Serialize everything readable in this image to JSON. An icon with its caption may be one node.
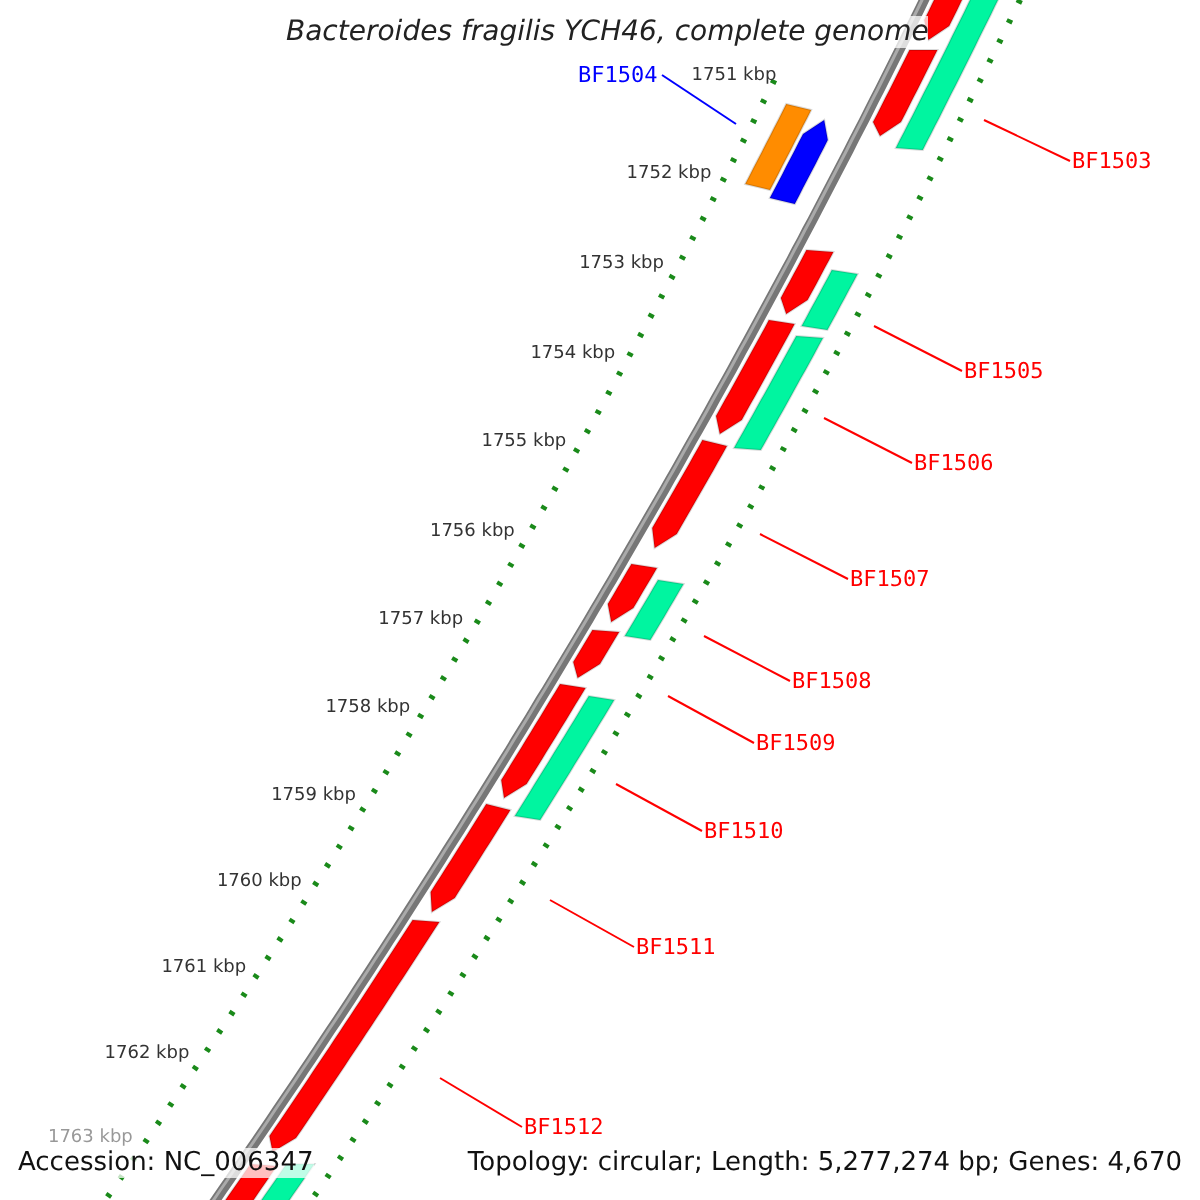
{
  "diagram": {
    "title": "Bacteroides fragilis YCH46, complete genome",
    "nodes": [
      {
        "text": [
          "BF1504"
        ]
      },
      {
        "text": [
          "BF1503"
        ]
      },
      {
        "text": [
          "BF1505"
        ]
      },
      {
        "text": [
          "BF1506"
        ]
      },
      {
        "text": [
          "BF1507"
        ]
      },
      {
        "text": [
          "BF1508"
        ]
      },
      {
        "text": [
          "BF1509"
        ]
      },
      {
        "text": [
          "BF1510"
        ]
      },
      {
        "text": [
          "BF1511"
        ]
      },
      {
        "text": [
          "BF1512"
        ]
      }
    ],
    "edges": [
      {
        "from": 0,
        "to": null,
        "arrow": "none",
        "color": "#0000ff"
      },
      {
        "from": 1,
        "to": null,
        "arrow": "none"
      },
      {
        "from": 2,
        "to": null,
        "arrow": "none"
      },
      {
        "from": 3,
        "to": null,
        "arrow": "none"
      },
      {
        "from": 4,
        "to": null,
        "arrow": "none"
      },
      {
        "from": 5,
        "to": null,
        "arrow": "none"
      },
      {
        "from": 6,
        "to": null,
        "arrow": "none"
      },
      {
        "from": 7,
        "to": null,
        "arrow": "none"
      },
      {
        "from": 8,
        "to": null,
        "arrow": "none"
      },
      {
        "from": 9,
        "to": null,
        "arrow": "none"
      }
    ],
    "labels": [
      "1751 kbp",
      "1752 kbp",
      "1753 kbp",
      "1754 kbp",
      "1755 kbp",
      "1756 kbp",
      "1757 kbp",
      "1758 kbp",
      "1759 kbp",
      "1760 kbp",
      "1761 kbp",
      "1762 kbp",
      "1763 kbp",
      "Accession: NC_006347",
      "Topology: circular; Length: 5,277,274 bp; Genes: 4,670"
    ]
  }
}
